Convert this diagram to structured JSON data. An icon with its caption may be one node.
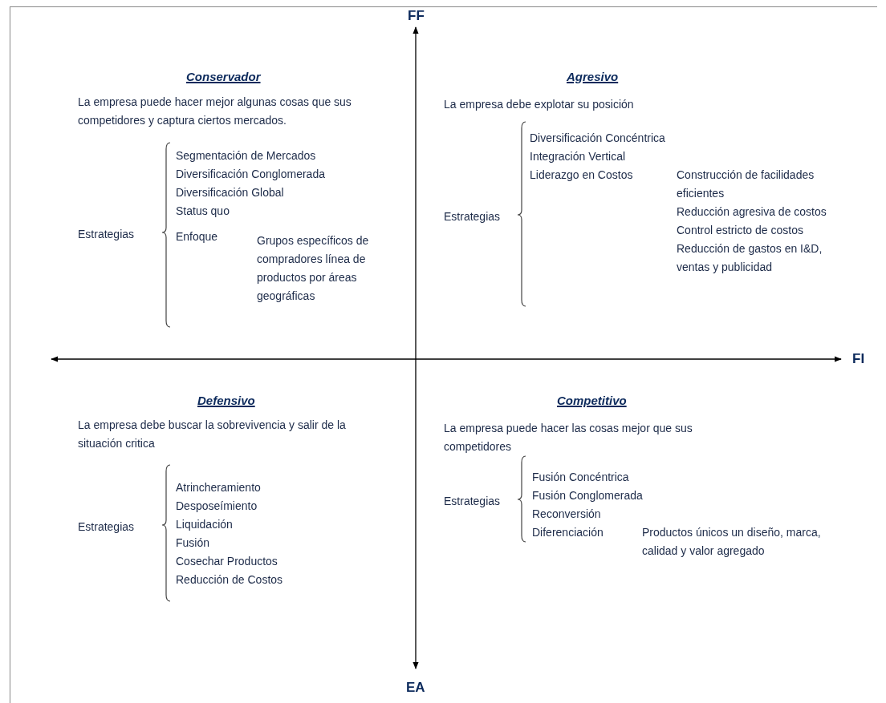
{
  "diagram": {
    "labels": [
      "FF",
      "Conservador",
      "La empresa puede hacer mejor algunas cosas que sus competidores y captura ciertos mercados.",
      "Estrategias",
      "Segmentación de Mercados",
      "Diversificación Conglomerada",
      "Diversificación Global",
      "Status quo",
      "Enfoque",
      "Grupos específicos de compradores línea de productos por áreas geográficas",
      "Agresivo",
      "La empresa debe explotar su posición",
      "Estrategias",
      "Diversificación Concéntrica",
      "Integración Vertical",
      "Liderazgo en Costos",
      "Construcción de facilidades eficientes",
      "Reducción agresiva de costos",
      "Control estricto de costos",
      "Reducción de gastos en I&D, ventas y publicidad",
      "FI",
      "Defensivo",
      "La empresa debe buscar la sobrevivencia y salir de la situación critica",
      "Estrategias",
      "Atrincheramiento",
      "Desposeímiento",
      "Liquidación",
      "Fusión",
      "Cosechar  Productos",
      "Reducción de Costos",
      "Competitivo",
      "La empresa puede hacer las cosas mejor que sus competidores",
      "Estrategias",
      "Fusión Concéntrica",
      "Fusión Conglomerada",
      "Reconversión",
      "Diferenciación",
      "Productos únicos un diseño, marca, calidad y valor agregado",
      "EA"
    ]
  }
}
